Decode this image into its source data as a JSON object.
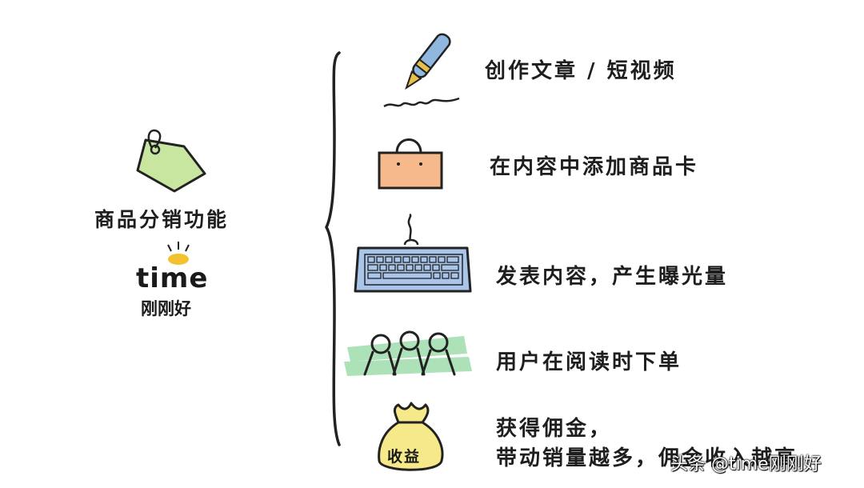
{
  "left_panel": {
    "title": "商品分销功能",
    "logo_word": "time",
    "logo_cn": "刚刚好"
  },
  "steps": [
    {
      "icon": "pen-icon",
      "text": "创作文章 / 短视频"
    },
    {
      "icon": "shopping-bag-icon",
      "text": "在内容中添加商品卡"
    },
    {
      "icon": "keyboard-icon",
      "text": "发表内容，产生曝光量"
    },
    {
      "icon": "users-icon",
      "text": "用户在阅读时下单"
    },
    {
      "icon": "money-bag-icon",
      "text_line1": "获得佣金，",
      "text_line2": "带动销量越多，佣金收入越高",
      "badge": "收益"
    }
  ],
  "watermark": "头条 @time刚刚好",
  "colors": {
    "tag_green": "#c8e6a0",
    "bag_orange": "#f5b98c",
    "keyboard_blue": "#a9c6ea",
    "people_green": "#9fdcaa",
    "money_yellow": "#f6e98a",
    "pen_blue": "#8fb7e0"
  }
}
